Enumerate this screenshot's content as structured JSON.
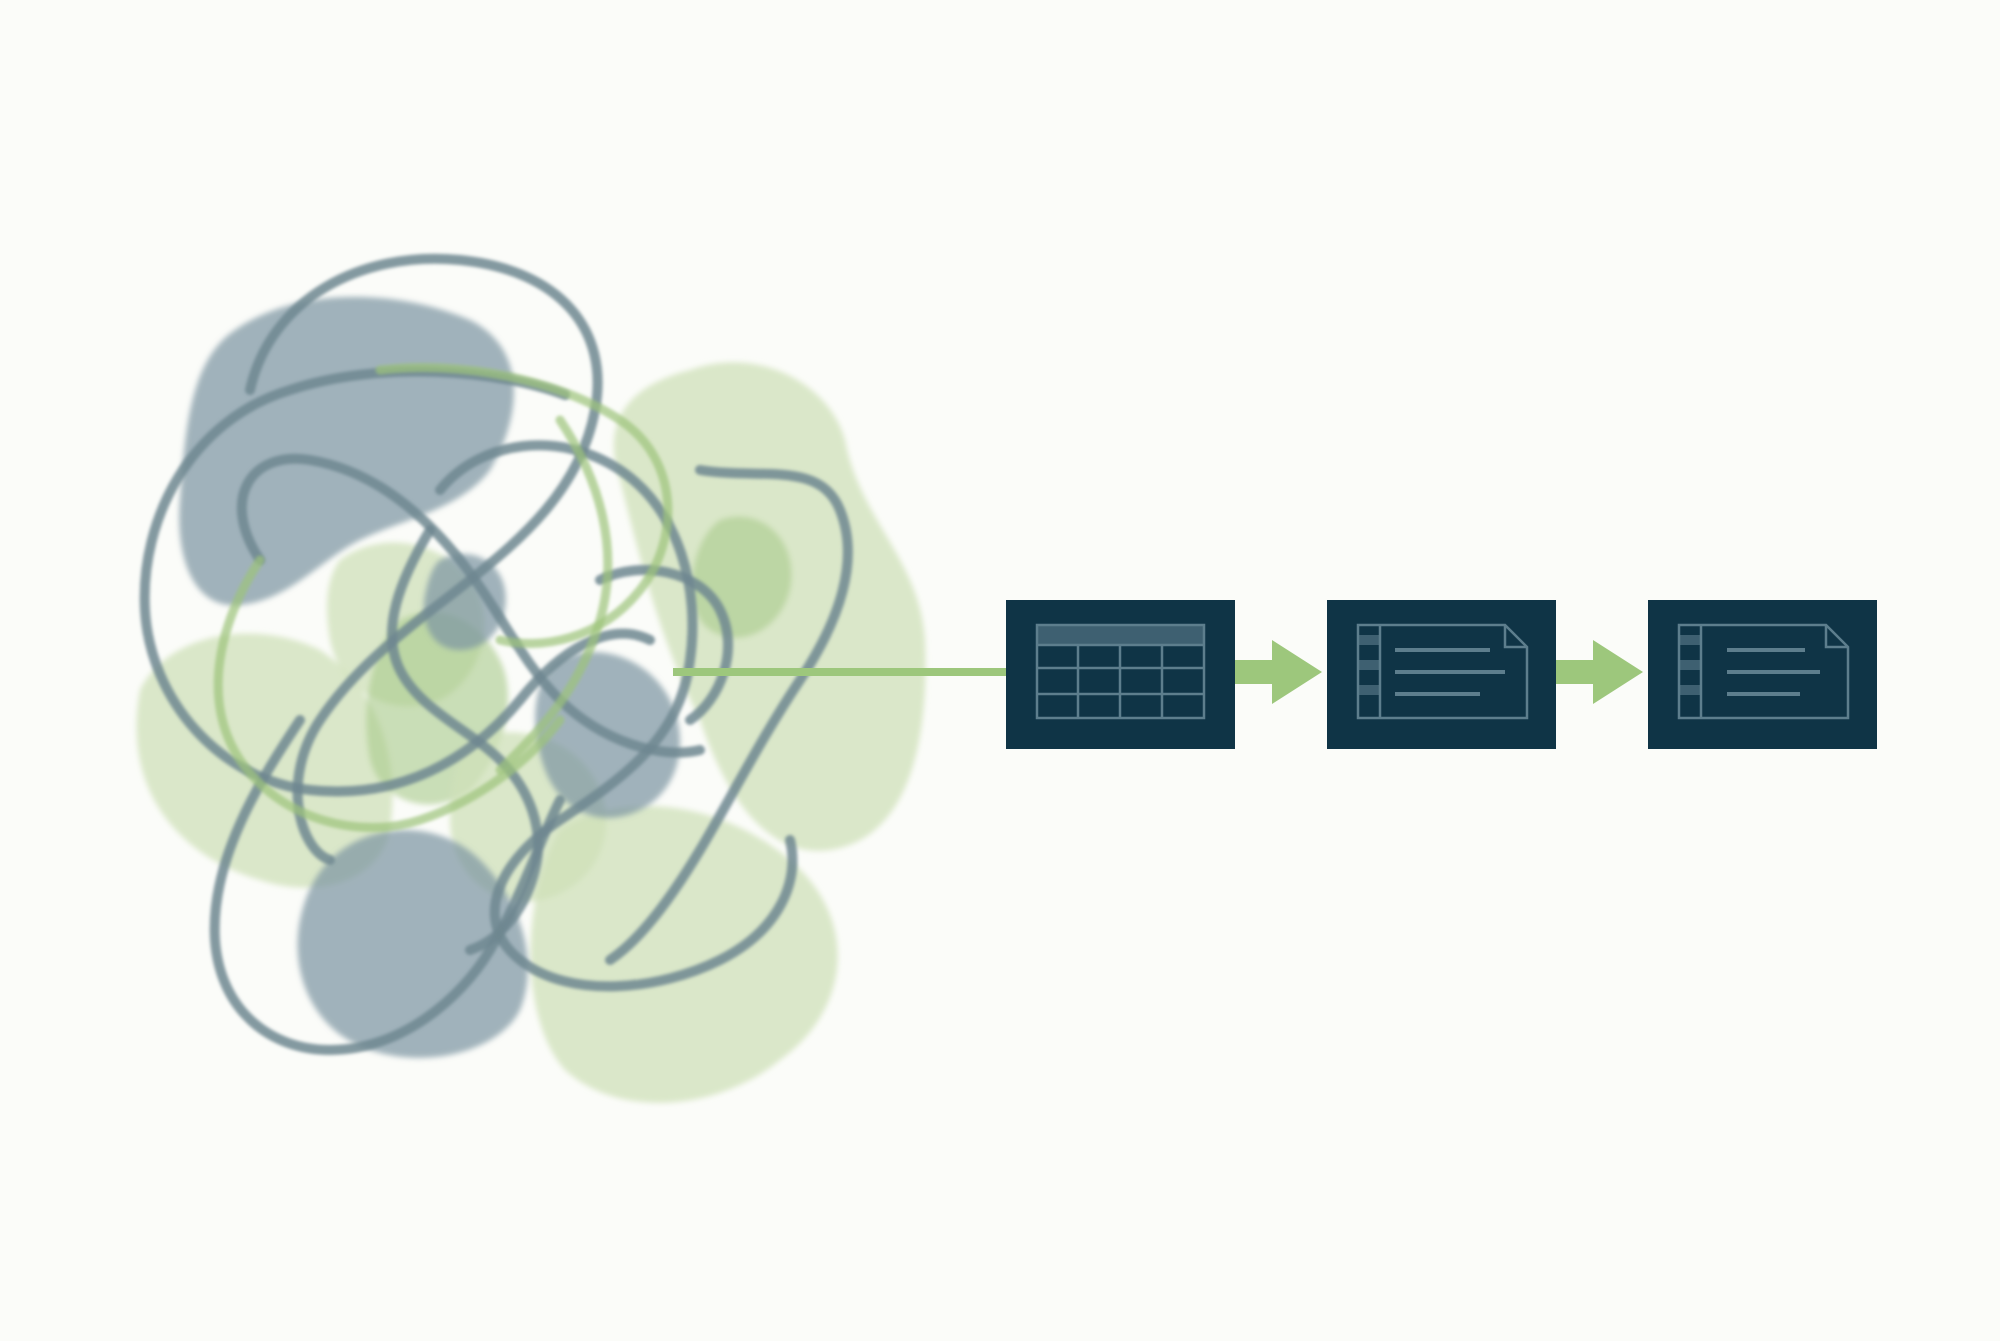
{
  "diagram": {
    "colors": {
      "background": "#fbfcf9",
      "slate": "#7d96a2",
      "slate_stroke": "#6f8791",
      "green_light": "#cfe0b8",
      "green_mid": "#a9c98a",
      "green_stroke": "#9cc37a",
      "box_fill": "#0f3446",
      "box_line": "#5d7e8d",
      "arrow": "#9dc77c"
    },
    "nodes": [
      {
        "id": "tangle",
        "kind": "messy-blob-cluster",
        "icon": "tangled-lines-icon"
      },
      {
        "id": "table",
        "kind": "grid-table-box",
        "icon": "table-grid-icon"
      },
      {
        "id": "doc1",
        "kind": "document-box",
        "icon": "document-icon"
      },
      {
        "id": "doc2",
        "kind": "document-box",
        "icon": "document-icon"
      }
    ],
    "edges": [
      {
        "from": "tangle",
        "to": "table",
        "style": "line"
      },
      {
        "from": "table",
        "to": "doc1",
        "style": "arrow"
      },
      {
        "from": "doc1",
        "to": "doc2",
        "style": "arrow"
      }
    ]
  }
}
